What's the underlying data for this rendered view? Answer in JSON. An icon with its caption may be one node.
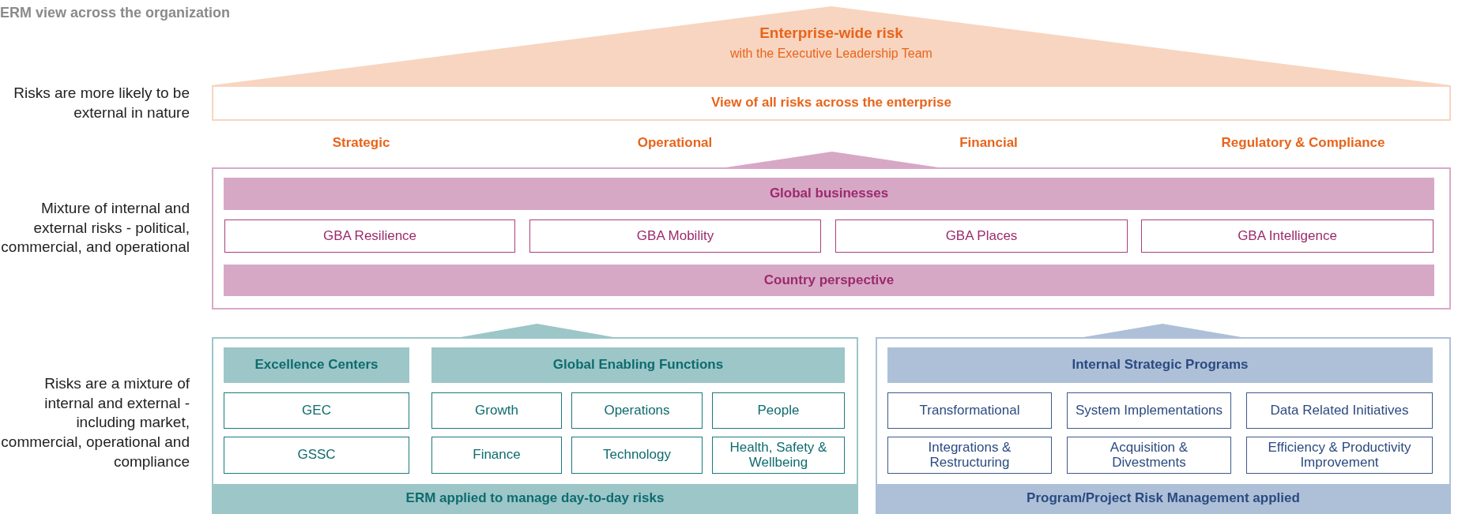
{
  "diagram": {
    "title": "ERM view across the organization",
    "nodes": [
      {
        "text": [
          "Enterprise-wide risk",
          "with the Executive Leadership Team"
        ]
      },
      {
        "text": [
          "View of all risks across the enterprise"
        ]
      },
      {
        "text": [],
        "shape": "box"
      },
      {
        "text": [
          "Global businesses"
        ],
        "in": 2
      },
      {
        "text": [
          "GBA Resilience"
        ],
        "in": 2
      },
      {
        "text": [
          "GBA Mobility"
        ],
        "in": 2
      },
      {
        "text": [
          "GBA Places"
        ],
        "in": 2
      },
      {
        "text": [
          "GBA Intelligence"
        ],
        "in": 2
      },
      {
        "text": [
          "Country perspective"
        ],
        "in": 2
      },
      {
        "text": [
          "ERM applied to manage day-to-day risks"
        ]
      },
      {
        "text": [
          "Excellence Centers"
        ],
        "in": 9
      },
      {
        "text": [
          "Global Enabling Functions"
        ],
        "in": 9
      },
      {
        "text": [
          "GEC"
        ],
        "in": 9
      },
      {
        "text": [
          "Growth"
        ],
        "in": 9
      },
      {
        "text": [
          "Operations"
        ],
        "in": 9
      },
      {
        "text": [
          "People"
        ],
        "in": 9
      },
      {
        "text": [
          "GSSC"
        ],
        "in": 9
      },
      {
        "text": [
          "Finance"
        ],
        "in": 9
      },
      {
        "text": [
          "Technology"
        ],
        "in": 9
      },
      {
        "text": [
          "Health, Safety & Wellbeing"
        ],
        "in": 9
      },
      {
        "text": [
          "Program/Project Risk Management applied"
        ]
      },
      {
        "text": [
          "Internal Strategic Programs"
        ],
        "in": 20
      },
      {
        "text": [
          "Transformational"
        ],
        "in": 20
      },
      {
        "text": [
          "System Implementations"
        ],
        "in": 20
      },
      {
        "text": [
          "Data Related Initiatives"
        ],
        "in": 20
      },
      {
        "text": [
          "Integrations & Restructuring"
        ],
        "in": 20
      },
      {
        "text": [
          "Acquisition & Divestments"
        ],
        "in": 20
      },
      {
        "text": [
          "Efficiency & Productivity Improvement"
        ],
        "in": 20
      },
      {
        "text": [],
        "shape": "triangle"
      },
      {
        "text": [],
        "shape": "triangle"
      },
      {
        "text": [],
        "shape": "triangle"
      }
    ],
    "labels": [
      "Risks are more likely to be external in nature",
      "Strategic",
      "Operational",
      "Financial",
      "Regulatory & Compliance",
      "Mixture of internal and external risks - political, commercial, and operational",
      "Risks are a mixture of internal and external - including market, commercial, operational and compliance"
    ]
  }
}
